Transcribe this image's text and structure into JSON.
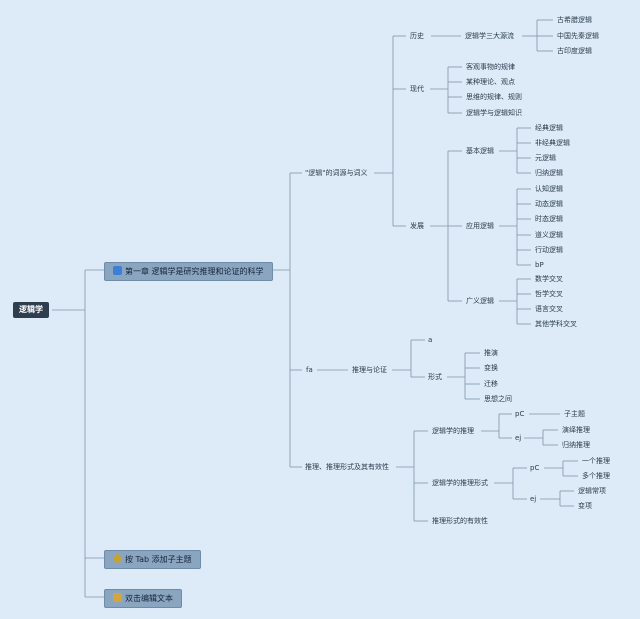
{
  "root": "逻辑学",
  "chapter1": {
    "label": "第一章 逻辑学是研究推理和论证的科学",
    "icon": "fire-icon",
    "etymology": {
      "label": "\"逻辑\"的词源与词义",
      "history": {
        "label": "历史",
        "source": "逻辑学三大源流",
        "items": [
          "古希腊逻辑",
          "中国先秦逻辑",
          "古印度逻辑"
        ]
      },
      "modern": {
        "label": "现代",
        "items": [
          "客观事物的规律",
          "某种理论、观点",
          "思维的规律、规则",
          "逻辑学与逻辑知识"
        ]
      },
      "development": {
        "label": "发展",
        "basic": {
          "label": "基本逻辑",
          "items": [
            "经典逻辑",
            "非经典逻辑",
            "元逻辑",
            "归纳逻辑"
          ]
        },
        "applied": {
          "label": "应用逻辑",
          "items": [
            "认知逻辑",
            "动态逻辑",
            "时态逻辑",
            "道义逻辑",
            "行动逻辑",
            "bP"
          ]
        },
        "broad": {
          "label": "广义逻辑",
          "items": [
            "数学交叉",
            "哲学交叉",
            "语言交叉",
            "其他学科交叉"
          ]
        }
      }
    },
    "fa": {
      "label": "fa",
      "reasoning": {
        "label": "推理与论证",
        "a": "a",
        "form": {
          "label": "形式",
          "items": [
            "推演",
            "变换",
            "迁移",
            "思想之间"
          ]
        }
      }
    },
    "inference": {
      "label": "推理、推理形式及其有效性",
      "logic_inference": {
        "label": "逻辑学的推理",
        "pc": {
          "label": "pC",
          "items": [
            "子主题"
          ]
        },
        "ej": {
          "label": "ej",
          "items": [
            "演绎推理",
            "归纳推理"
          ]
        }
      },
      "logic_form": {
        "label": "逻辑学的推理形式",
        "pc": {
          "label": "pC",
          "items": [
            "一个推理",
            "多个推理"
          ]
        },
        "ej": {
          "label": "ej",
          "items": [
            "逻辑常项",
            "变项"
          ]
        }
      },
      "validity": "推理形式的有效性"
    }
  },
  "tab_hint": {
    "label": "按 Tab 添加子主题",
    "icon": "gem-icon"
  },
  "edit_hint": {
    "label": "双击编辑文本",
    "icon": "lock-icon"
  },
  "colors": {
    "background": "#dcebf7",
    "root": "#2f3e4f",
    "chip": "#8aa5bf",
    "line": "#7f95a8"
  }
}
